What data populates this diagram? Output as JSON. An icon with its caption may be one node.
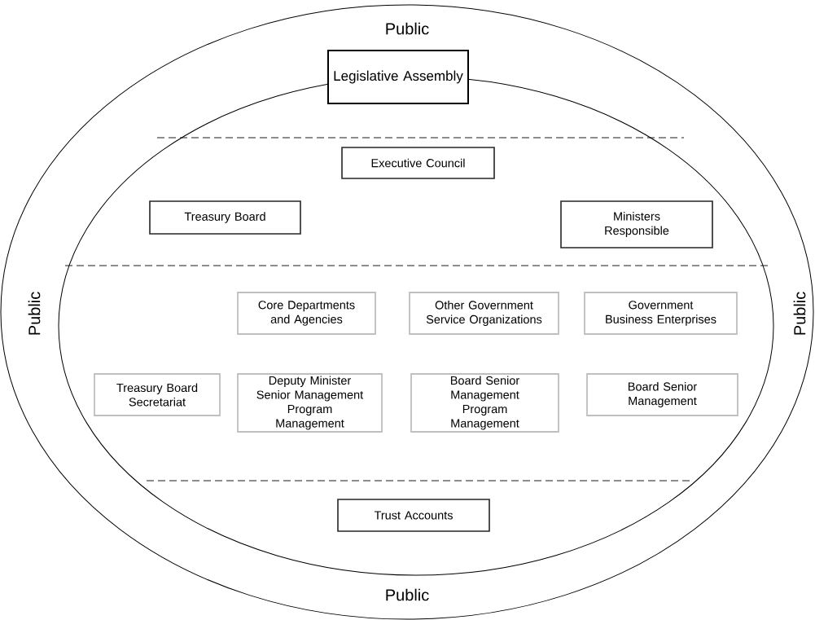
{
  "diagram": {
    "nodes": [
      {
        "text": [
          "Public",
          "Public",
          "Public",
          "Public"
        ]
      },
      {
        "text": [],
        "shape": "ellipse",
        "in": 0
      },
      {
        "text": [
          "Legislative Assembly"
        ],
        "in": 0
      },
      {
        "text": [
          "Executive Council"
        ],
        "in": 1
      },
      {
        "text": [
          "Treasury Board"
        ],
        "in": 1
      },
      {
        "text": [
          "Ministers Responsible"
        ],
        "in": 1
      },
      {
        "text": [
          "Core Departments and Agencies"
        ],
        "in": 1
      },
      {
        "text": [
          "Other Government Service Organizations"
        ],
        "in": 1
      },
      {
        "text": [
          "Government Business Enterprises"
        ],
        "in": 1
      },
      {
        "text": [
          "Treasury Board Secretariat"
        ],
        "in": 1
      },
      {
        "text": [
          "Deputy Minister Senior Management Program Management"
        ],
        "in": 1
      },
      {
        "text": [
          "Board Senior Management Program Management"
        ],
        "in": 1
      },
      {
        "text": [
          "Board Senior Management"
        ],
        "in": 1
      },
      {
        "text": [
          "Trust Accounts"
        ],
        "in": 1
      }
    ],
    "edges": []
  }
}
